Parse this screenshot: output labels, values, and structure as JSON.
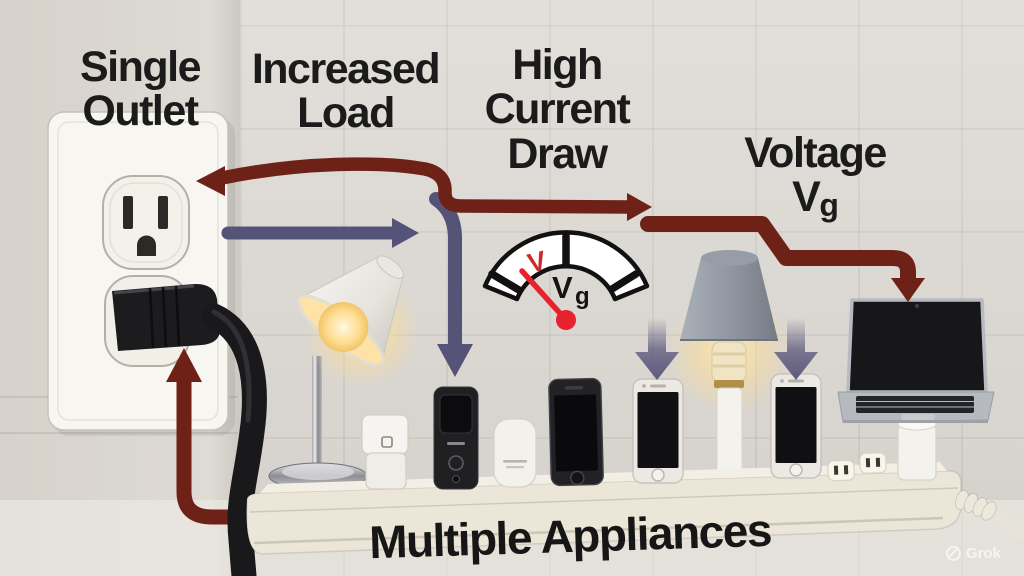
{
  "labels": {
    "single_outlet": {
      "line1": "Single",
      "line2": "Outlet"
    },
    "increased_load": {
      "line1": "Increased",
      "line2": "Load"
    },
    "high_current_draw": {
      "line1": "High",
      "line2": "Current",
      "line3": "Draw"
    },
    "voltage": {
      "line1": "Voltage",
      "symbol": "V",
      "subscript": "g"
    },
    "multiple_appliances": "Multiple Appliances"
  },
  "gauge": {
    "marker": "V",
    "unit_symbol": "V",
    "unit_subscript": "g"
  },
  "watermark": {
    "brand": "Grok"
  },
  "colors": {
    "wall": "#dcd8d2",
    "wall_left": "#d6d2cb",
    "arrow_maroon": "#6e2217",
    "arrow_navy": "#565379",
    "needle_red": "#e8212e",
    "marker_red": "#cc2a28",
    "text_black": "#1b1b1b",
    "strip_top": "#f3efe4",
    "strip_front": "#ebe6d8",
    "lamp_glow": "#ffd98d",
    "shade_gray": "#8f959e"
  }
}
